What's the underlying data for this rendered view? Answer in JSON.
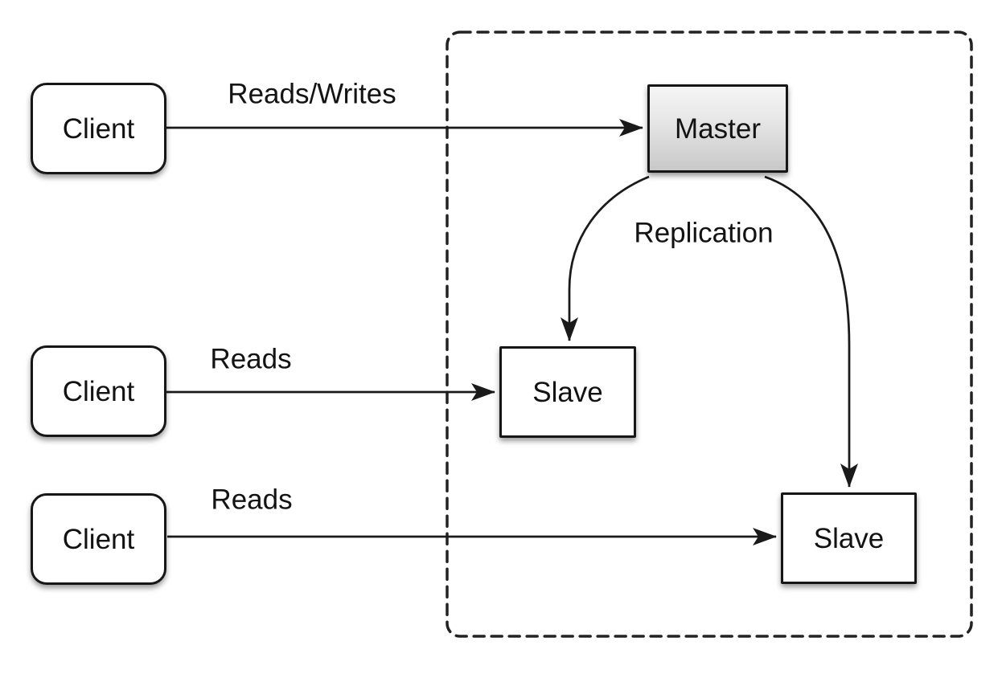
{
  "diagram": {
    "nodes": {
      "client1": {
        "label": "Client"
      },
      "client2": {
        "label": "Client"
      },
      "client3": {
        "label": "Client"
      },
      "master": {
        "label": "Master"
      },
      "slave1": {
        "label": "Slave"
      },
      "slave2": {
        "label": "Slave"
      }
    },
    "edges": {
      "client1_to_master": {
        "label": "Reads/Writes"
      },
      "client2_to_slave1": {
        "label": "Reads"
      },
      "client3_to_slave2": {
        "label": "Reads"
      },
      "master_to_slaves": {
        "label": "Replication"
      }
    },
    "colors": {
      "background": "#ffffff",
      "stroke": "#1a1a1a",
      "node_fill": "#ffffff",
      "master_fill_top": "#f5f5f5",
      "master_fill_bottom": "#c8c8c8",
      "text": "#131313"
    }
  }
}
